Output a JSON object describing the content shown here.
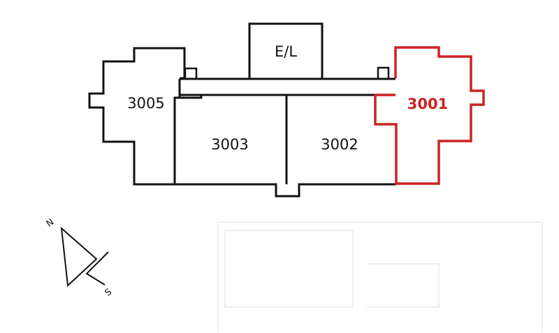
{
  "colors": {
    "highlight": "#cc2222",
    "wall": "#111111"
  },
  "units": {
    "elevator": {
      "label": "E/L"
    },
    "unit_3005": {
      "label": "3005"
    },
    "unit_3003": {
      "label": "3003"
    },
    "unit_3002": {
      "label": "3002"
    },
    "unit_3001": {
      "label": "3001",
      "highlighted": true
    }
  },
  "compass": {
    "north": "N",
    "south": "S"
  }
}
